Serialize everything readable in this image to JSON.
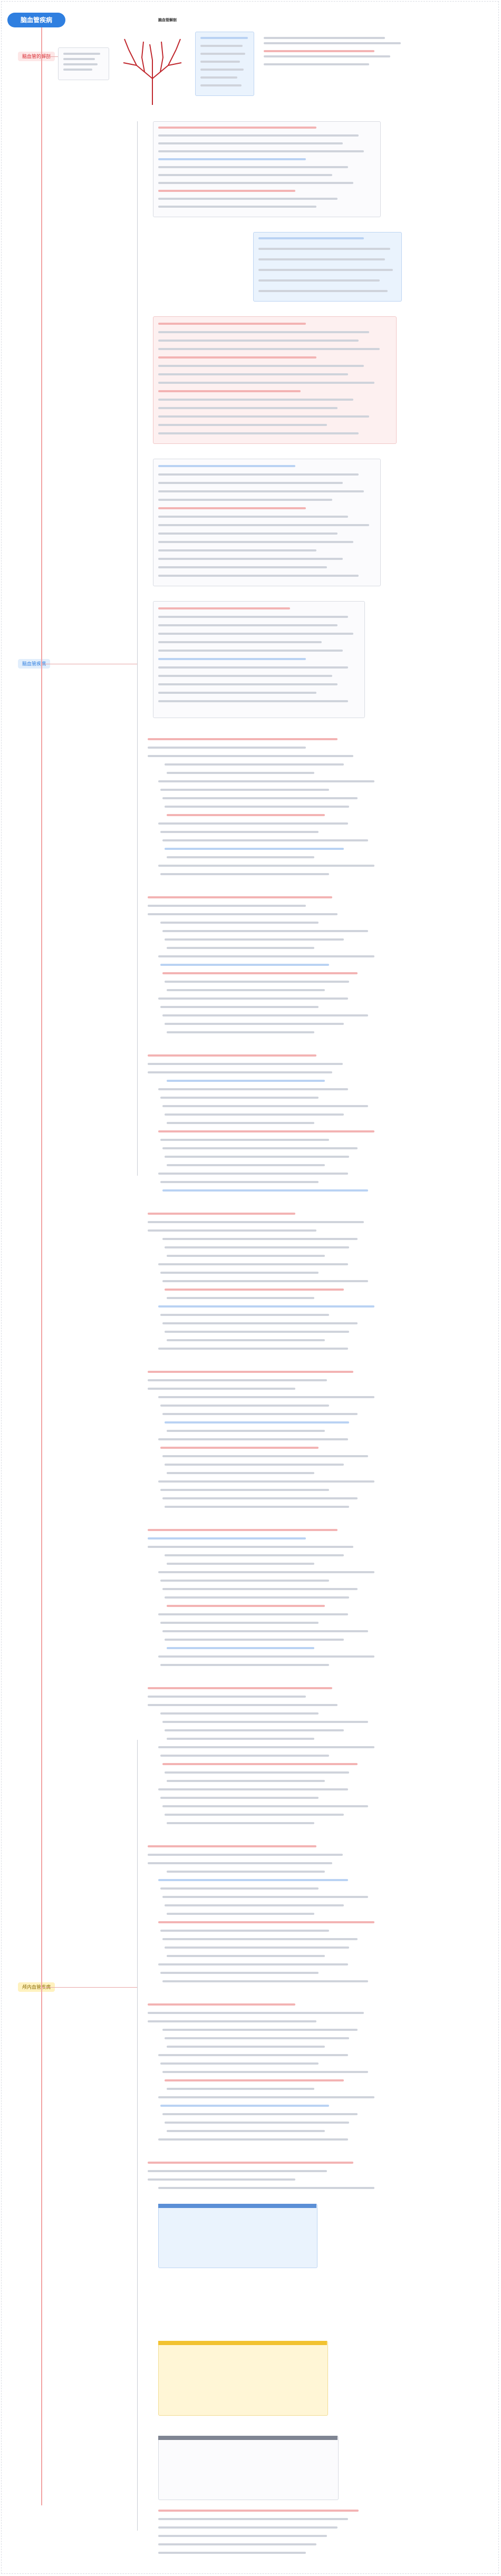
{
  "title": "脑血管疾病",
  "sections": [
    {
      "label": "脑血管的解剖",
      "color": "#d9272e"
    },
    {
      "label": "脑血管疾病",
      "color": "#2f7fe0"
    },
    {
      "label": "颅内血管疾病",
      "color": "#8a6b00"
    }
  ],
  "top_note": "脑血管解剖",
  "colors": {
    "accent": "#2f7fe0",
    "brand_red": "#d9272e",
    "spine": "#f2a3a3"
  }
}
